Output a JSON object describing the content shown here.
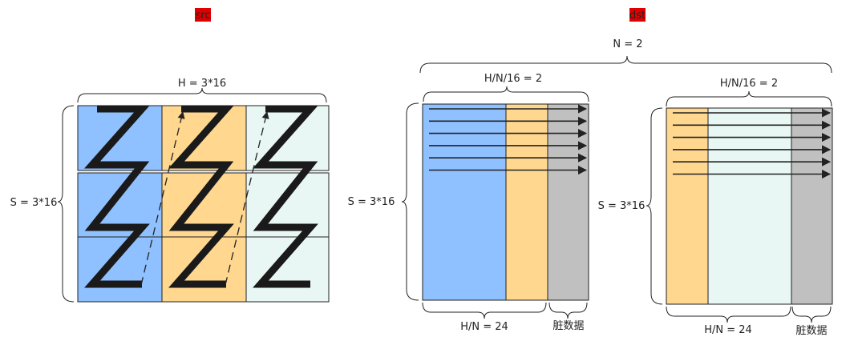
{
  "colors": {
    "blue": "#8fc0ff",
    "orange": "#ffd78f",
    "mint": "#e8f7f3",
    "gray": "#c0c0c0",
    "tag_red": "#e00000",
    "stroke": "#222222"
  },
  "src": {
    "tag": "src",
    "width_label": "H = 3*16",
    "height_label": "S = 3*16"
  },
  "dst": {
    "tag": "dst",
    "n_label": "N = 2",
    "panel1": {
      "top_label": "H/N/16 = 2",
      "side_label": "S = 3*16",
      "bottom_label": "H/N = 24",
      "dirty_label": "脏数据"
    },
    "panel2": {
      "top_label": "H/N/16 = 2",
      "side_label": "S = 3*16",
      "bottom_label": "H/N = 24",
      "dirty_label": "脏数据"
    }
  }
}
